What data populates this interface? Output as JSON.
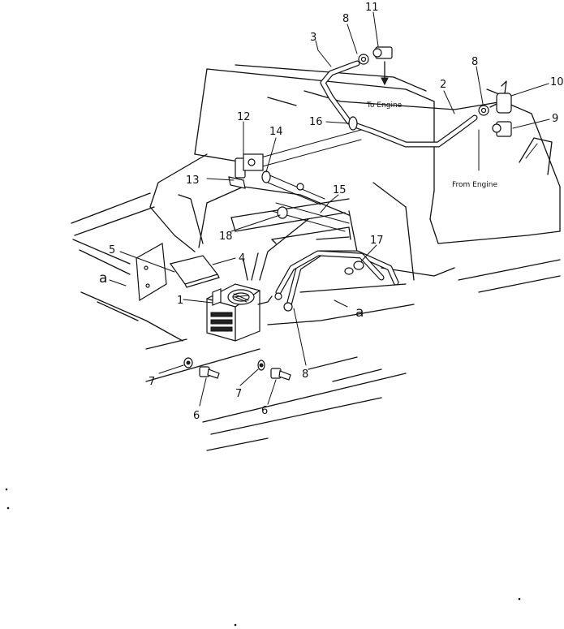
{
  "labels": {
    "p1": "1",
    "p2": "2",
    "p3": "3",
    "p4": "4",
    "p5": "5",
    "p6a": "6",
    "p6b": "6",
    "p7a": "7",
    "p7b": "7",
    "p8a": "8",
    "p8b": "8",
    "p8c": "8",
    "p9": "9",
    "p10": "10",
    "p11": "11",
    "p12": "12",
    "p13": "13",
    "p14": "14",
    "p15": "15",
    "p16": "16",
    "p17": "17",
    "p18": "18",
    "sect_a_left": "a",
    "sect_a_right": "a"
  },
  "notes": {
    "to_engine": "To Engine",
    "from_engine": "From Engine"
  }
}
